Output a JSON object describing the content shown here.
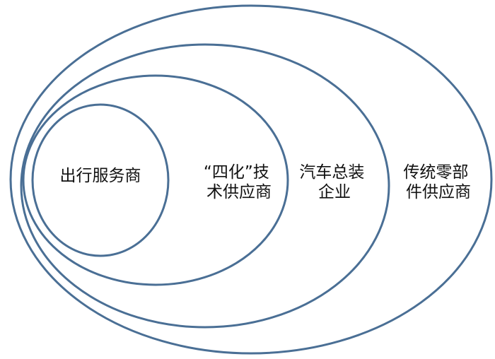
{
  "diagram": {
    "colors": {
      "ring_stroke": "#4a6f95",
      "text": "#111111",
      "background": "#ffffff"
    },
    "rings": [
      {
        "name": "出行服务商",
        "lines": [
          "出行服务商"
        ]
      },
      {
        "name": "“四化”技术供应商",
        "lines": [
          "“四化”技",
          "术供应商"
        ]
      },
      {
        "name": "汽车总装企业",
        "lines": [
          "汽车总装",
          "企业"
        ]
      },
      {
        "name": "传统零部件供应商",
        "lines": [
          "传统零部",
          "件供应商"
        ]
      }
    ]
  }
}
